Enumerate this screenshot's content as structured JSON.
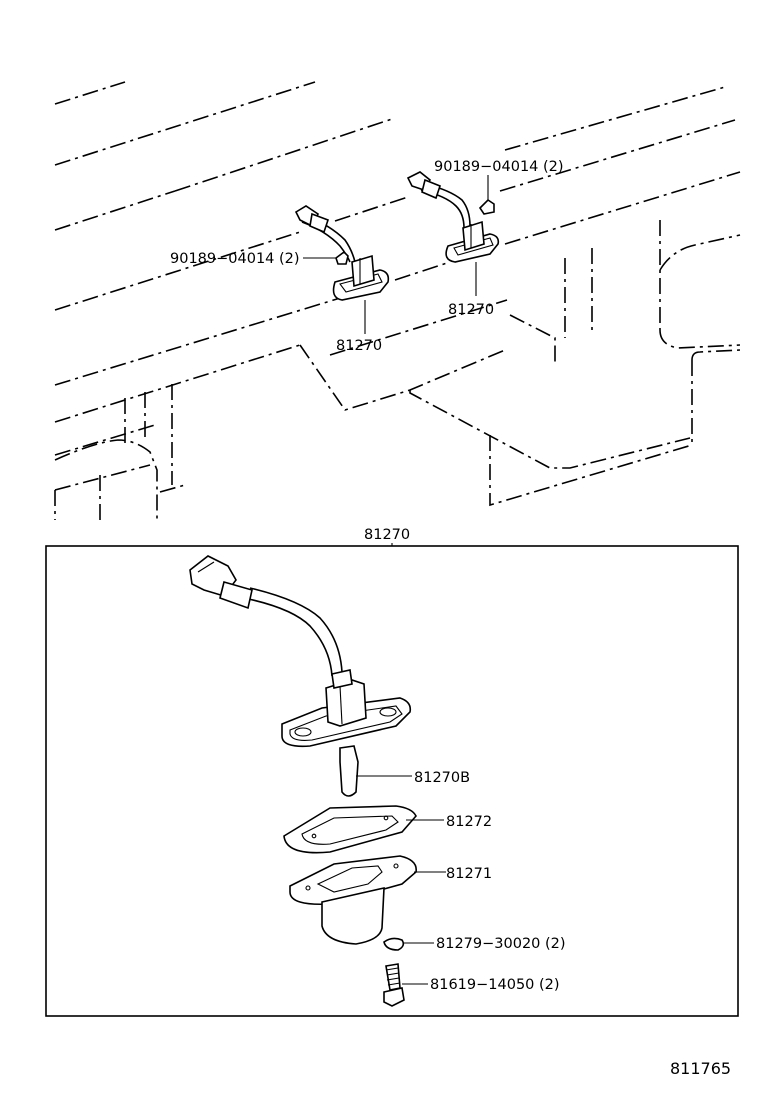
{
  "top": {
    "label_clip_right": "90189−04014 (2)",
    "label_clip_left": "90189−04014 (2)",
    "label_lamp_right": "81270",
    "label_lamp_left": "81270"
  },
  "detail": {
    "title": "81270",
    "labels": {
      "bulb": "81270B",
      "gasket": "81272",
      "lens": "81271",
      "nut": "81279−30020 (2)",
      "screw": "81619−14050 (2)"
    }
  },
  "figure_number": "811765"
}
